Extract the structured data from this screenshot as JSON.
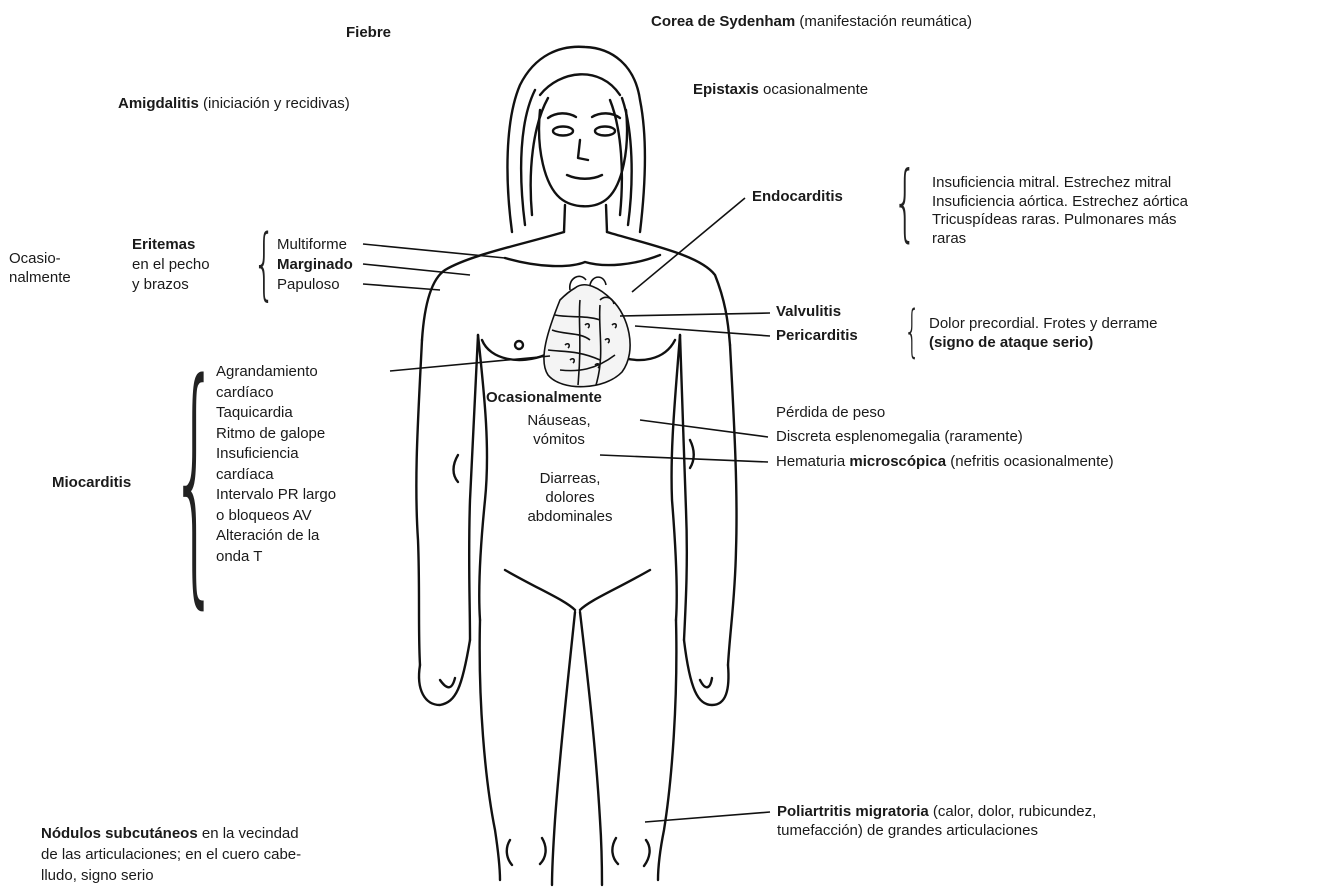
{
  "labels": {
    "fiebre": "Fiebre",
    "corea_bold": "Corea de Sydenham",
    "corea_rest": " (manifestación reumática)",
    "amigdalitis_bold": "Amigdalitis",
    "amigdalitis_rest": " (iniciación y recidivas)",
    "epistaxis_bold": "Epistaxis",
    "epistaxis_rest": " ocasionalmente",
    "endocarditis": "Endocarditis",
    "endocarditis_lines": [
      "Insuficiencia mitral. Estrechez mitral",
      "Insuficiencia aórtica. Estrechez aórtica",
      "Tricuspídeas raras. Pulmonares más",
      "raras"
    ],
    "ocasionalmente_left": [
      "Ocasio-",
      "nalmente"
    ],
    "eritemas_lines": [
      "Eritemas",
      "en el pecho",
      "y brazos"
    ],
    "eritemas_types": [
      "Multiforme",
      "Marginado",
      "Papuloso"
    ],
    "valvulitis": "Valvulitis",
    "pericarditis": "Pericarditis",
    "pericarditis_lines": [
      "Dolor precordial. Frotes y derrame",
      "(signo de ataque serio)"
    ],
    "miocarditis": "Miocarditis",
    "miocarditis_lines": [
      "Agrandamiento",
      "cardíaco",
      "Taquicardia",
      "Ritmo de galope",
      "Insuficiencia",
      "cardíaca",
      "Intervalo PR largo",
      "o bloqueos AV",
      "Alteración de la",
      "onda T"
    ],
    "ocasionalmente_center": "Ocasionalmente",
    "nauseas": [
      "Náuseas,",
      "vómitos"
    ],
    "diarreas": [
      "Diarreas,",
      "dolores",
      "abdominales"
    ],
    "perdida_peso": "Pérdida de peso",
    "esplenomegalia": "Discreta esplenomegalia (raramente)",
    "hematuria_a": "Hematuria ",
    "hematuria_bold": "microscópica",
    "hematuria_rest": " (nefritis ocasionalmente)",
    "poliartritis_bold": "Poliartritis migratoria",
    "poliartritis_rest1": " (calor, dolor, rubicundez,",
    "poliartritis_line2": "tumefacción) de grandes articulaciones",
    "nodulos_bold": "Nódulos subcutáneos",
    "nodulos_rest1": " en la vecindad",
    "nodulos_line2": "de las articulaciones; en el cuero cabe-",
    "nodulos_line3": "lludo, signo serio"
  }
}
